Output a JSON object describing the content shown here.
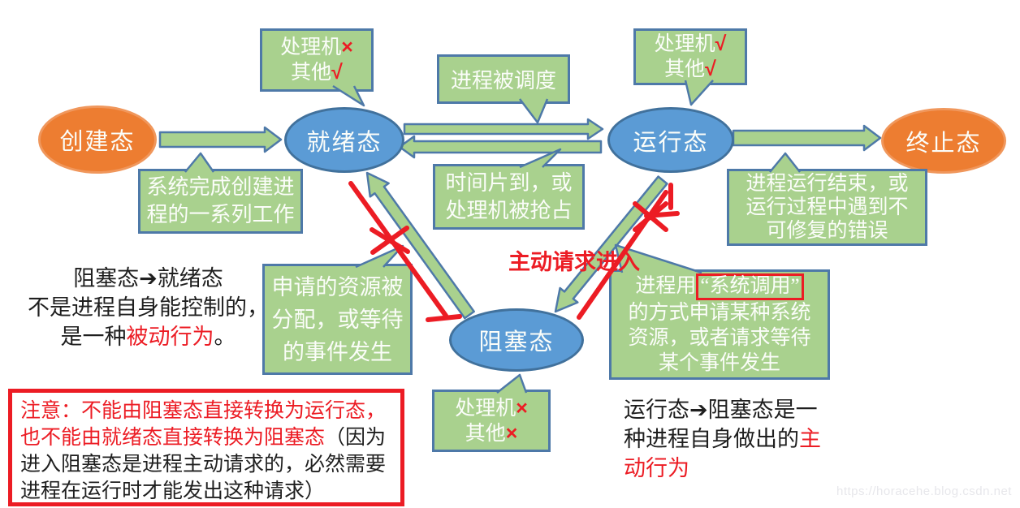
{
  "states": {
    "create": {
      "label": "创建态"
    },
    "ready": {
      "label": "就绪态"
    },
    "running": {
      "label": "运行态"
    },
    "terminate": {
      "label": "终止态"
    },
    "blocked": {
      "label": "阻塞态"
    }
  },
  "callouts": {
    "ready_flags": {
      "line1": "处理机",
      "mark1": "×",
      "line2": "其他",
      "mark2": "√"
    },
    "scheduled": {
      "text": "进程被调度"
    },
    "running_flags": {
      "line1": "处理机",
      "mark1": "√",
      "line2": "其他",
      "mark2": "√"
    },
    "create_note": {
      "line1": "系统完成创建进",
      "line2": "程的一系列工作"
    },
    "timeslice": {
      "line1": "时间片到，或",
      "line2": "处理机被抢占"
    },
    "terminate_note": {
      "line1": "进程运行结束，或",
      "line2": "运行过程中遇到不",
      "line3": "可修复的错误"
    },
    "resource": {
      "line1": "申请的资源被",
      "line2": "分配，或等待",
      "line3": "的事件发生"
    },
    "syscall": {
      "line1_prefix": "进程用",
      "line1_boxed": "“系统调用”",
      "line2": "的方式申请某种系统",
      "line3": "资源，或者请求等待",
      "line4": "某个事件发生"
    },
    "blocked_flags": {
      "line1": "处理机",
      "mark1": "×",
      "line2": "其他",
      "mark2": "×"
    }
  },
  "annotations": {
    "active_request": "主动请求进入",
    "passive_note": {
      "line1": "阻塞态➔就绪态",
      "line2": "不是进程自身能控制的，",
      "line3_pre": "是一种",
      "line3_red": "被动行为",
      "line3_end": "。"
    },
    "notice_box": {
      "red1": "注意：不能由阻塞态直接转换为运行态，",
      "red2": "也不能由就绪态直接转换为阻塞态",
      "black2": "（因为",
      "black3": "进入阻塞态是进程主动请求的，必然需要",
      "black4": "进程在运行时才能发出这种请求）"
    },
    "active_note": {
      "black1": "运行态➔阻塞态是一",
      "black2": "种进程自身做出的",
      "red2": "主",
      "red3": "动行为"
    },
    "watermark": "https://horacehe.blog.csdn.net"
  },
  "colors": {
    "state_orange": "#ED7D31",
    "state_orange_border": "#F0975C",
    "state_blue": "#5B9BD5",
    "state_blue_border": "#41719C",
    "callout_green": "#A9D18E",
    "callout_border": "#4E79A8",
    "annotation_red": "#EC1C24",
    "text_dark": "#1F1F1F",
    "text_light": "#FBFDF9",
    "watermark_gray": "#E7E7EB"
  }
}
